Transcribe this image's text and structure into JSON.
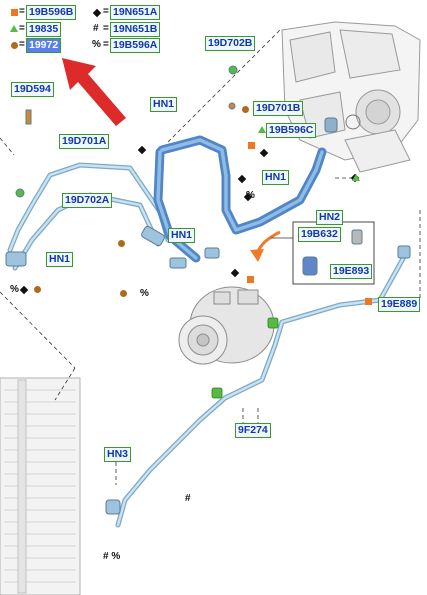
{
  "colors": {
    "square_marker": "#ee7722",
    "dot_marker": "#b06a1a",
    "triangle_marker": "#55bb44",
    "callout_border": "#3a9a28",
    "callout_text": "#1238a8",
    "callout_bg": "#eef7ff",
    "hose_blue": "#6aa7dc",
    "pipe_light": "#a9cfe6",
    "highlight_arrow": "#dd2a2a",
    "orange_arrow": "#f07a2a"
  },
  "legend": {
    "square": {
      "part": "19B596B"
    },
    "triangle": {
      "part": "19835"
    },
    "dot": {
      "part": "19972"
    },
    "diamond": {
      "part": "19N651A"
    },
    "hash": {
      "symbol": "#",
      "part": "19N651B"
    },
    "percent": {
      "symbol": "%",
      "part": "19B596A"
    }
  },
  "callouts": {
    "c19D702B": "19D702B",
    "c19D594": "19D594",
    "cHN1_a": "HN1",
    "c19D701B": "19D701B",
    "c19B596C": "19B596C",
    "c19D701A": "19D701A",
    "cHN1_b": "HN1",
    "c19D702A": "19D702A",
    "cHN2": "HN2",
    "c19B632": "19B632",
    "cHN1_c": "HN1",
    "c19E893": "19E893",
    "cHN1_d": "HN1",
    "c19E889": "19E889",
    "c9F274": "9F274",
    "cHN3": "HN3"
  },
  "symbols": {
    "hash": "#",
    "percent": "%",
    "hash_percent": "# %"
  }
}
